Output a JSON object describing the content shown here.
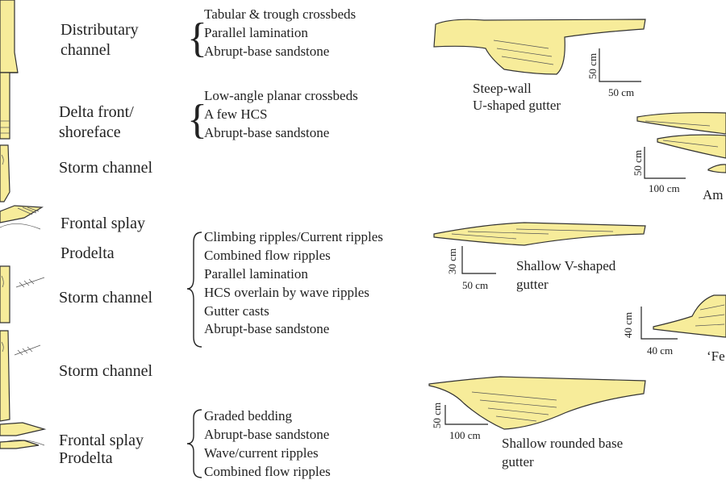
{
  "facies_labels": [
    {
      "line1": "Distributary",
      "line2": "channel"
    },
    {
      "line1": "Delta front/",
      "line2": "shoreface"
    },
    {
      "line1": "Storm channel",
      "line2": ""
    },
    {
      "line1": "Frontal splay",
      "line2": ""
    },
    {
      "line1": "Prodelta",
      "line2": ""
    },
    {
      "line1": "Storm channel",
      "line2": ""
    },
    {
      "line1": "Storm channel",
      "line2": ""
    },
    {
      "line1": "Frontal splay",
      "line2": "Prodelta"
    }
  ],
  "feature_groups": [
    {
      "items": [
        "Tabular & trough crossbeds",
        "Parallel lamination",
        "Abrupt-base sandstone"
      ]
    },
    {
      "items": [
        "Low-angle planar crossbeds",
        "A few HCS",
        "Abrupt-base sandstone"
      ]
    },
    {
      "items": [
        "Climbing ripples/Current ripples",
        "Combined flow ripples",
        "Parallel lamination",
        "HCS overlain by wave ripples",
        "Gutter casts",
        "Abrupt-base sandstone"
      ]
    },
    {
      "items": [
        "Graded bedding",
        "Abrupt-base sandstone",
        "Wave/current ripples",
        "Combined flow ripples"
      ]
    }
  ],
  "gutters": [
    {
      "caption1": "Steep-wall",
      "caption2": "U-shaped gutter",
      "v_scale": "50 cm",
      "h_scale": "50 cm"
    },
    {
      "caption1": "Am",
      "caption2": "",
      "v_scale": "50 cm",
      "h_scale": "100 cm"
    },
    {
      "caption1": "Shallow V-shaped",
      "caption2": "gutter",
      "v_scale": "30 cm",
      "h_scale": "50 cm"
    },
    {
      "caption1": "‘Fe",
      "caption2": "",
      "v_scale": "40 cm",
      "h_scale": "40 cm"
    },
    {
      "caption1": "Shallow rounded base",
      "caption2": "gutter",
      "v_scale": "50 cm",
      "h_scale": "100 cm"
    }
  ],
  "colors": {
    "sand_fill": "#f7ec9a",
    "outline": "#333333"
  }
}
